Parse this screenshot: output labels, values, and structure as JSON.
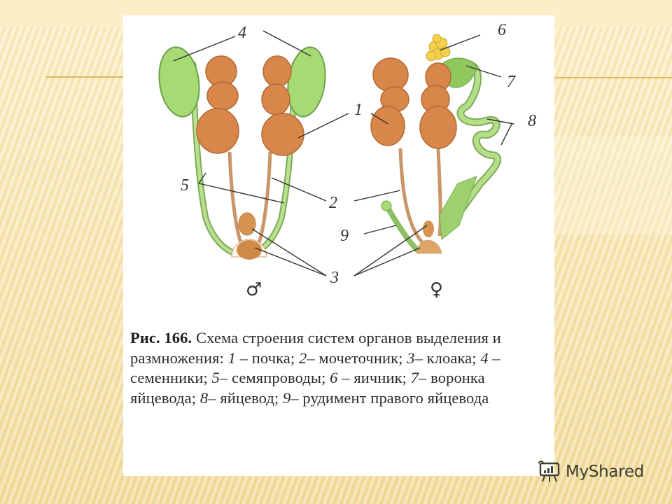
{
  "slide": {
    "background_color": "#f8e8b8",
    "accent_rule_color": "#e1b760"
  },
  "figure": {
    "labels": {
      "kidney": "1",
      "ureter": "2",
      "cloaca": "3",
      "testes": "4",
      "vas_deferens": "5",
      "ovary": "6",
      "oviduct_funnel": "7",
      "oviduct": "8",
      "right_oviduct_rudiment": "9"
    },
    "male_symbol": "♂",
    "female_symbol": "♀",
    "colors": {
      "kidney": "#d98a4a",
      "testis": "#9fd46a",
      "duct_green": "#a8d880",
      "ureter": "#d9a070",
      "ovary": "#f2d24a"
    }
  },
  "caption": {
    "fig_number": "Рис. 166.",
    "title": " Схема строения систем органов выделения и размножения: ",
    "items": [
      {
        "num": "1",
        "text": " – почка; "
      },
      {
        "num": "2",
        "text": "– мочеточник; "
      },
      {
        "num": "3",
        "text": "– клоака; "
      },
      {
        "num": "4",
        "text": " – семенники; "
      },
      {
        "num": "5",
        "text": "– семяпроводы; "
      },
      {
        "num": "6",
        "text": " – яичник; "
      },
      {
        "num": "7",
        "text": "– воронка яйцевода; "
      },
      {
        "num": "8",
        "text": "– яйцевод; "
      },
      {
        "num": "9",
        "text": "– рудимент правого яйцевода"
      }
    ]
  },
  "watermark": {
    "text": "MyShared",
    "icon": "presentation-board-icon"
  }
}
